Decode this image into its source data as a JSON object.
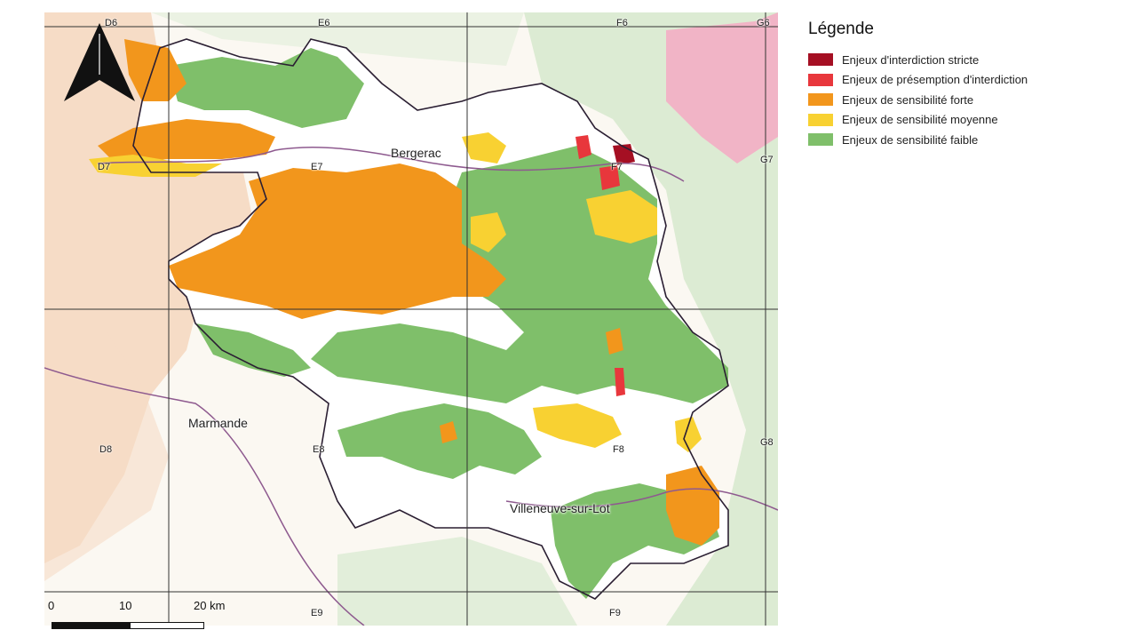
{
  "legend": {
    "title": "Légende",
    "items": [
      {
        "label": "Enjeux d'interdiction stricte",
        "color": "#a50f23"
      },
      {
        "label": "Enjeux de présemption d'interdiction",
        "color": "#e8373c"
      },
      {
        "label": "Enjeux de sensibilité forte",
        "color": "#f2961c"
      },
      {
        "label": "Enjeux de sensibilité moyenne",
        "color": "#f8d132"
      },
      {
        "label": "Enjeux de sensibilité faible",
        "color": "#7fbf6a"
      }
    ]
  },
  "map": {
    "places": {
      "bergerac": "Bergerac",
      "marmande": "Marmande",
      "villeneuve": "Villeneuve-sur-Lot"
    },
    "grid_labels": {
      "d6": "D6",
      "e6": "E6",
      "f6": "F6",
      "g6": "G6",
      "d7": "D7",
      "e7": "E7",
      "f7": "F7",
      "g7": "G7",
      "d8": "D8",
      "e8": "E8",
      "f8": "F8",
      "g8": "G8",
      "e9": "E9",
      "f9": "F9"
    },
    "scale": {
      "zero": "0",
      "ten": "10",
      "twenty": "20 km"
    },
    "colors": {
      "background": "#fbf8f2",
      "context_light_orange": "#f6dcc6",
      "context_light_green": "#dcebd3",
      "context_pink": "#f1b4c6",
      "boundary": "#2b1f33",
      "river": "#8e5a8f",
      "grid": "#333333",
      "study_area": "#ffffff"
    },
    "icons": {
      "north_arrow": "north-arrow-icon"
    }
  }
}
